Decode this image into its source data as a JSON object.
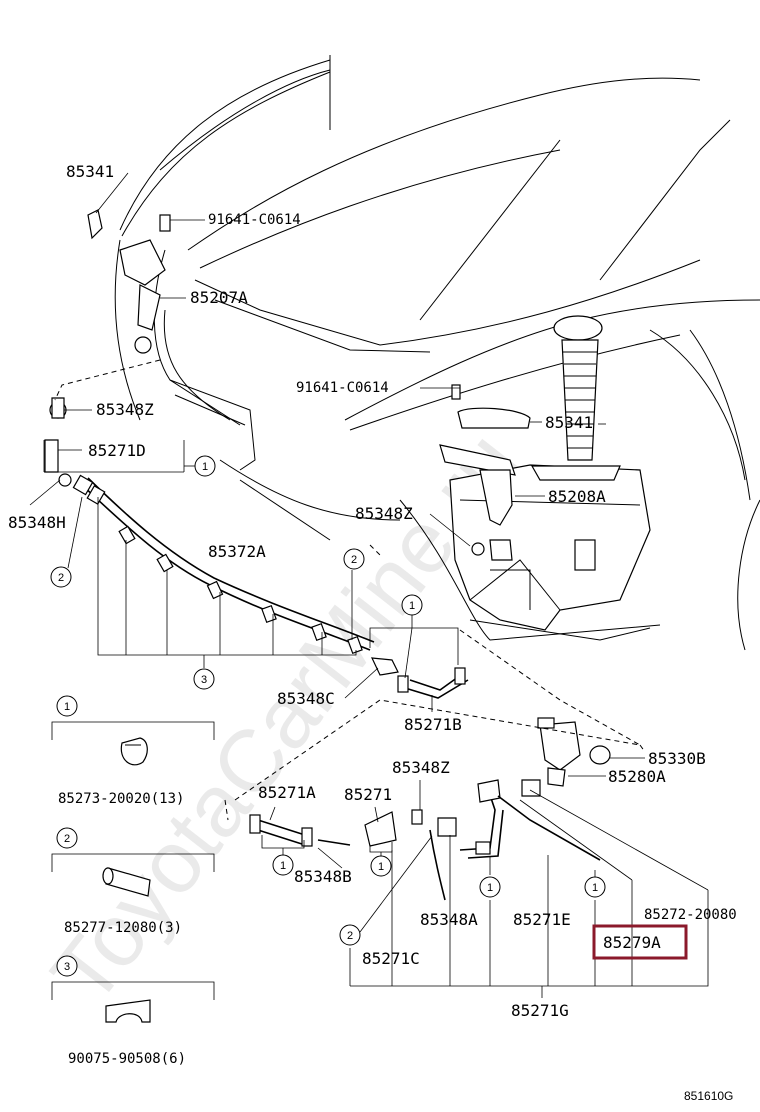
{
  "watermark": "ToyotaCarMine.ru",
  "diagram_code": "851610G",
  "highlight_color": "#8b1a2b",
  "labels": {
    "p85341_top": "85341",
    "p91641_top": "91641-C0614",
    "p85207A": "85207A",
    "p85348Z_left": "85348Z",
    "p85271D": "85271D",
    "p85348H": "85348H",
    "p85372A": "85372A",
    "p91641_mid": "91641-C0614",
    "p85341_mid": "85341",
    "p85208A": "85208A",
    "p85348Z_mid": "85348Z",
    "p85348C": "85348C",
    "p85271B": "85271B",
    "p85330B": "85330B",
    "p85280A": "85280A",
    "p85348Z_low": "85348Z",
    "p85271A": "85271A",
    "p85271": "85271",
    "p85348B": "85348B",
    "p85348A": "85348A",
    "p85271E": "85271E",
    "p85272": "85272-20080",
    "p85279A": "85279A",
    "p85271C": "85271C",
    "p85271G": "85271G"
  },
  "legend": [
    {
      "num": "1",
      "part": "85273-20020(13)"
    },
    {
      "num": "2",
      "part": "85277-12080(3)"
    },
    {
      "num": "3",
      "part": "90075-90508(6)"
    }
  ],
  "callouts": {
    "c1": "1",
    "c2": "2",
    "c3": "3"
  }
}
